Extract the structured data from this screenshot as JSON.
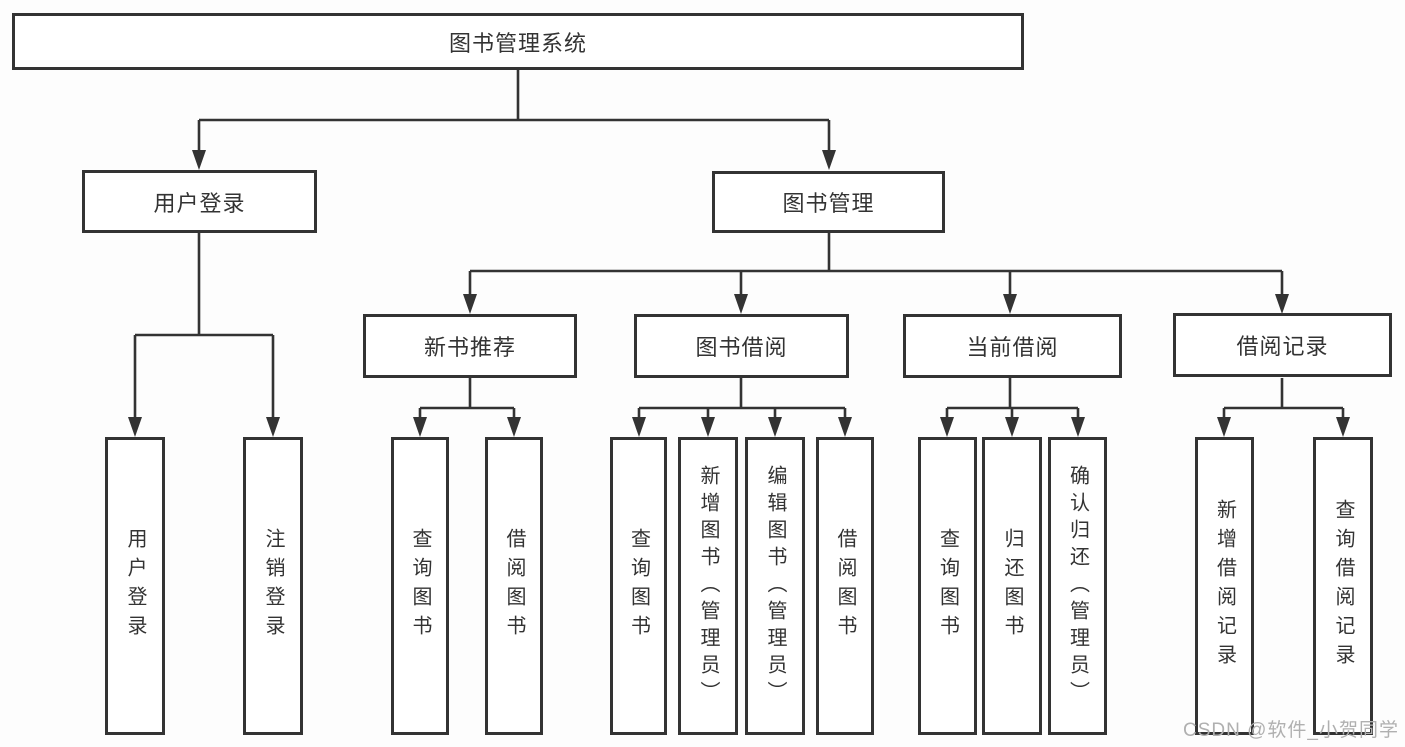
{
  "diagram": {
    "title": "图书管理系统",
    "root": {
      "label": "图书管理系统"
    },
    "level2": [
      {
        "label": "用户登录"
      },
      {
        "label": "图书管理"
      }
    ],
    "level3": [
      {
        "label": "新书推荐",
        "parent": "图书管理"
      },
      {
        "label": "图书借阅",
        "parent": "图书管理"
      },
      {
        "label": "当前借阅",
        "parent": "图书管理"
      },
      {
        "label": "借阅记录",
        "parent": "图书管理"
      }
    ],
    "leaves": [
      {
        "label": "用户登录",
        "parent": "用户登录"
      },
      {
        "label": "注销登录",
        "parent": "用户登录"
      },
      {
        "label": "查询图书",
        "parent": "新书推荐"
      },
      {
        "label": "借阅图书",
        "parent": "新书推荐"
      },
      {
        "label": "查询图书",
        "parent": "图书借阅"
      },
      {
        "label": "新增图书（管理员）",
        "parent": "图书借阅"
      },
      {
        "label": "编辑图书（管理员）",
        "parent": "图书借阅"
      },
      {
        "label": "借阅图书",
        "parent": "图书借阅"
      },
      {
        "label": "查询图书",
        "parent": "当前借阅"
      },
      {
        "label": "归还图书",
        "parent": "当前借阅"
      },
      {
        "label": "确认归还（管理员）",
        "parent": "当前借阅"
      },
      {
        "label": "新增借阅记录",
        "parent": "借阅记录"
      },
      {
        "label": "查询借阅记录",
        "parent": "借阅记录"
      }
    ],
    "watermark": "CSDN @软件_小贺同学",
    "colors": {
      "line": "#333333",
      "box_border": "#333333",
      "box_fill": "#ffffff",
      "text": "#333333",
      "watermark": "#b0b0b0"
    }
  }
}
